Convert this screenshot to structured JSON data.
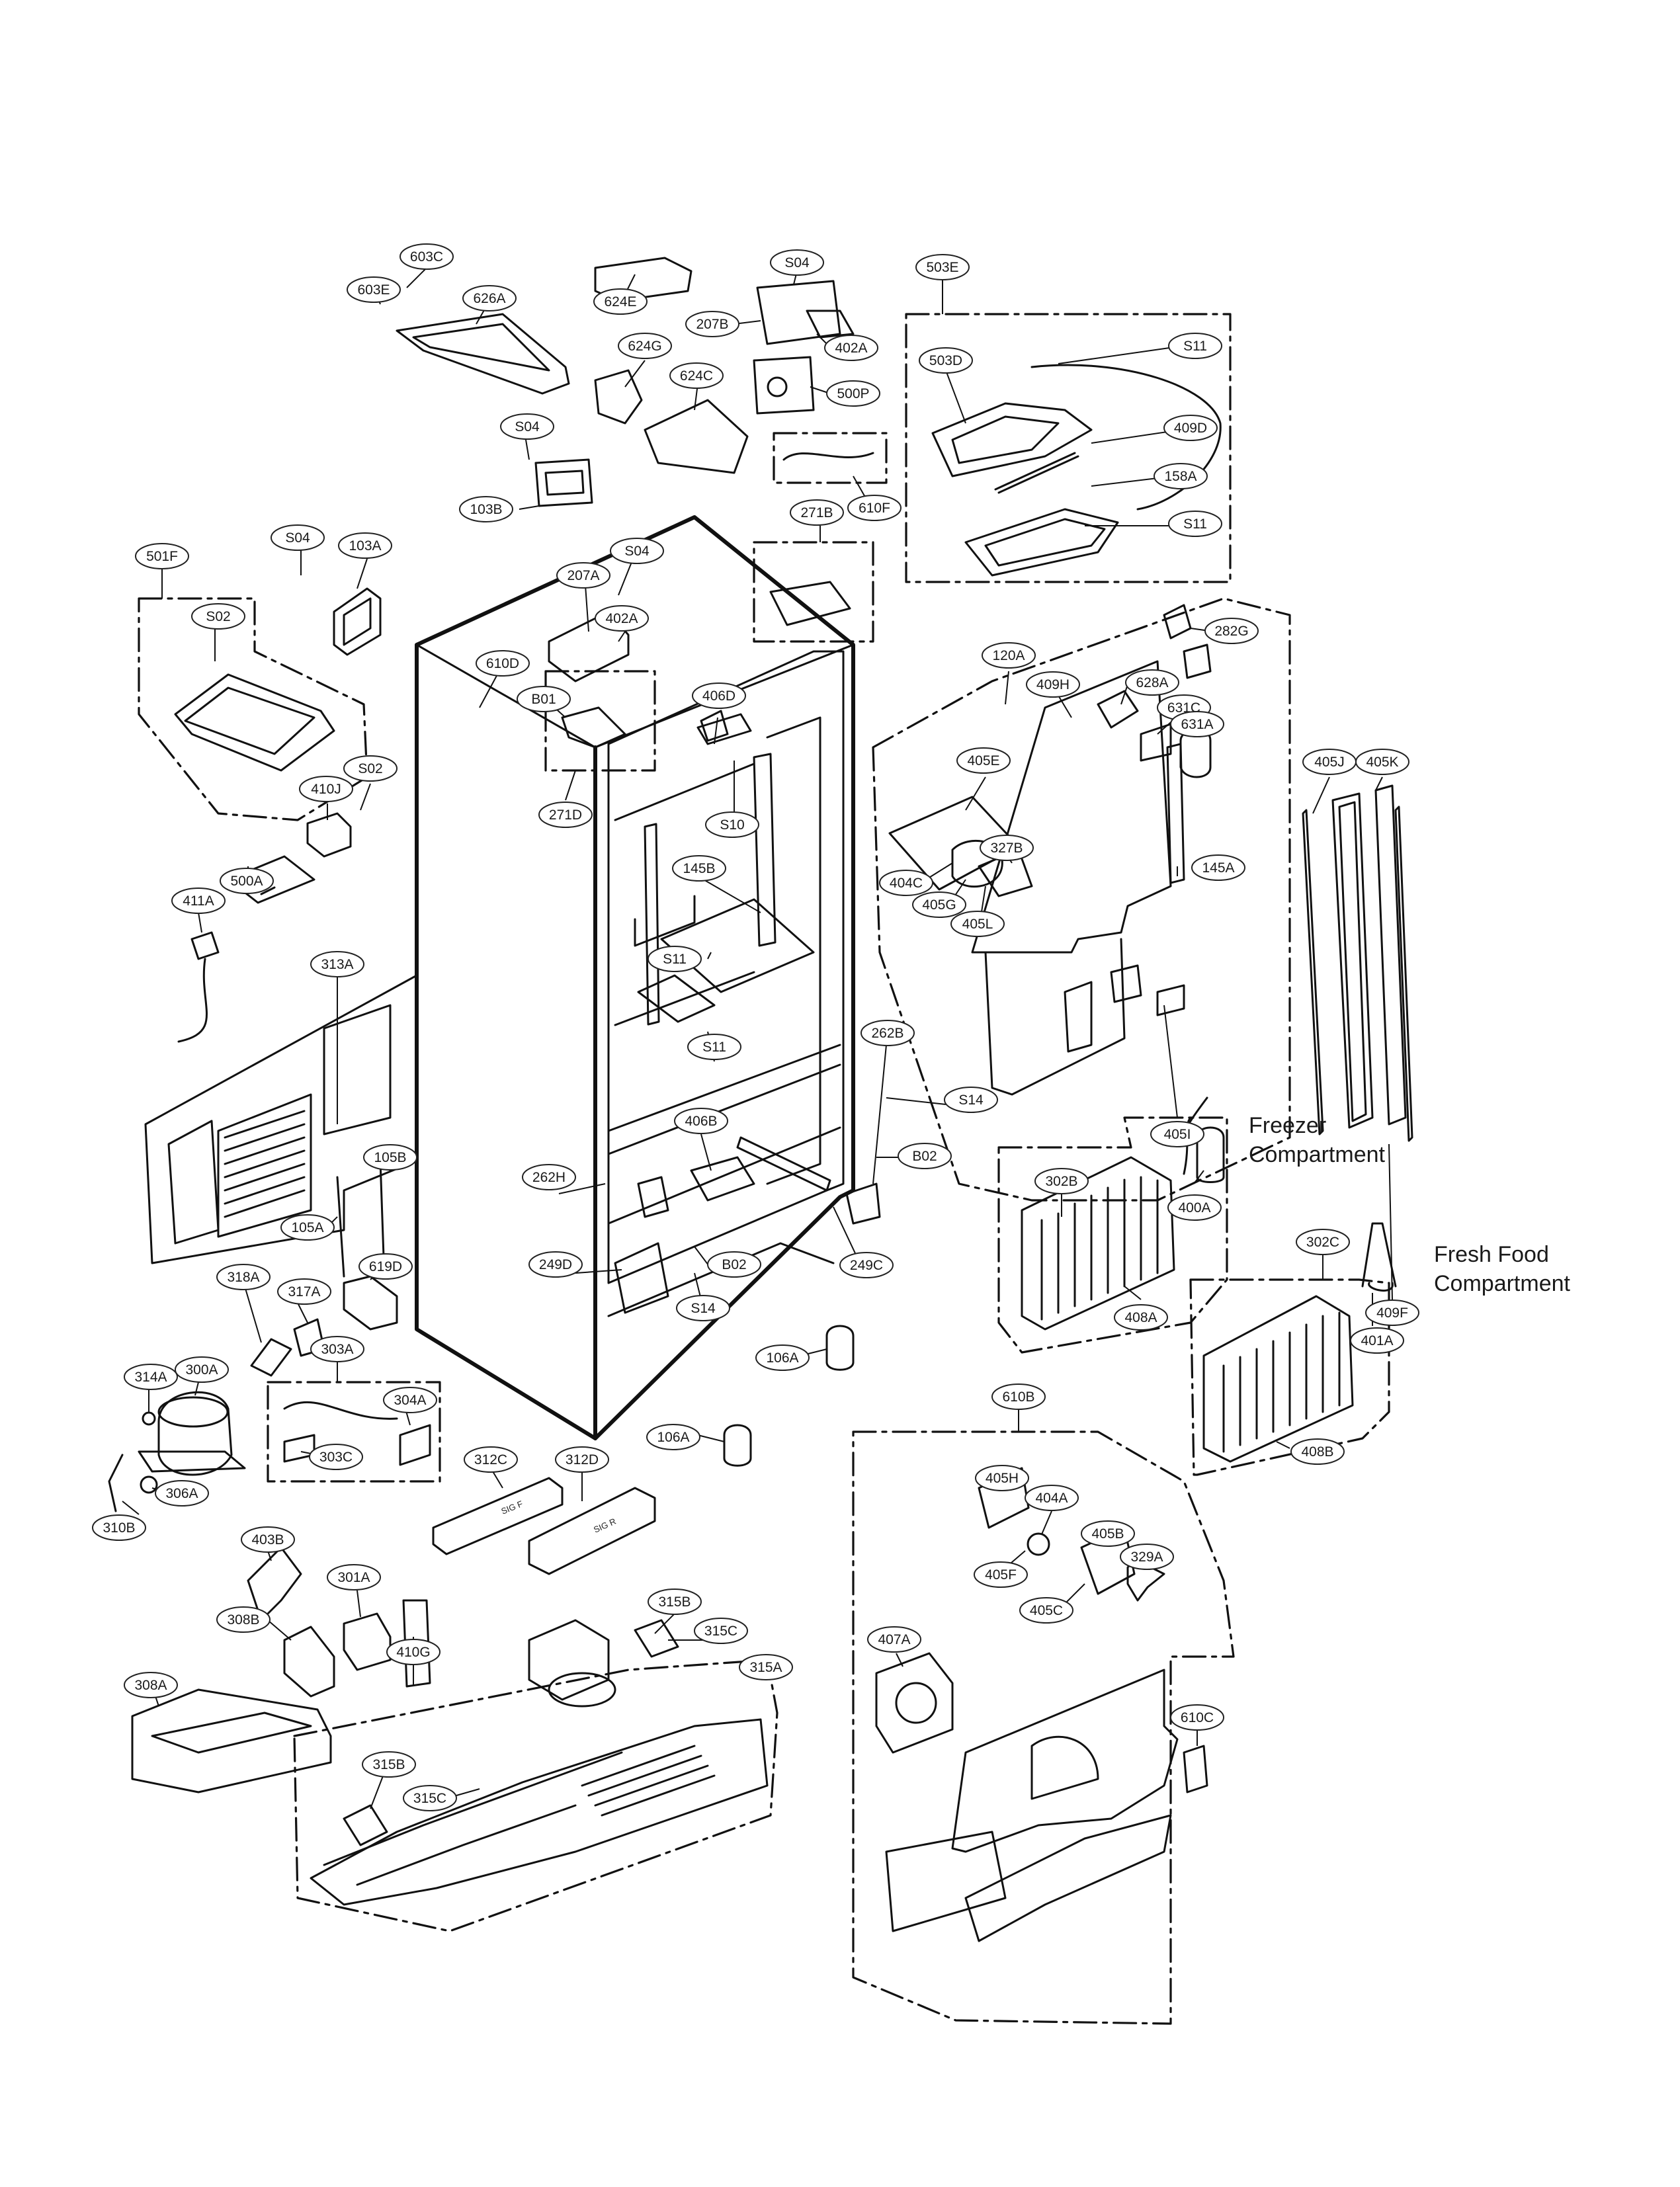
{
  "diagram": {
    "compartment_labels": {
      "freezer": [
        "Freezer",
        "Compartment"
      ],
      "fresh_food": [
        "Fresh Food",
        "Compartment"
      ]
    },
    "part_text": {
      "left_rail": "SIG F",
      "right_rail": "SIG R"
    },
    "callouts": [
      {
        "id": "603C",
        "label": "603C"
      },
      {
        "id": "603E",
        "label": "603E"
      },
      {
        "id": "626A",
        "label": "626A"
      },
      {
        "id": "624E",
        "label": "624E"
      },
      {
        "id": "S04-a",
        "label": "S04"
      },
      {
        "id": "207B",
        "label": "207B"
      },
      {
        "id": "402A-a",
        "label": "402A"
      },
      {
        "id": "503E",
        "label": "503E"
      },
      {
        "id": "624G",
        "label": "624G"
      },
      {
        "id": "624C",
        "label": "624C"
      },
      {
        "id": "500P",
        "label": "500P"
      },
      {
        "id": "503D",
        "label": "503D"
      },
      {
        "id": "S11-a",
        "label": "S11"
      },
      {
        "id": "409D",
        "label": "409D"
      },
      {
        "id": "158A",
        "label": "158A"
      },
      {
        "id": "S11-b",
        "label": "S11"
      },
      {
        "id": "S04-b",
        "label": "S04"
      },
      {
        "id": "103B",
        "label": "103B"
      },
      {
        "id": "610F",
        "label": "610F"
      },
      {
        "id": "271B",
        "label": "271B"
      },
      {
        "id": "S04-c",
        "label": "S04"
      },
      {
        "id": "103A",
        "label": "103A"
      },
      {
        "id": "S04-d",
        "label": "S04"
      },
      {
        "id": "207A",
        "label": "207A"
      },
      {
        "id": "501F",
        "label": "501F"
      },
      {
        "id": "S02-a",
        "label": "S02"
      },
      {
        "id": "402A-b",
        "label": "402A"
      },
      {
        "id": "610D",
        "label": "610D"
      },
      {
        "id": "B01",
        "label": "B01"
      },
      {
        "id": "406D",
        "label": "406D"
      },
      {
        "id": "271D",
        "label": "271D"
      },
      {
        "id": "120A",
        "label": "120A"
      },
      {
        "id": "282G",
        "label": "282G"
      },
      {
        "id": "409H",
        "label": "409H"
      },
      {
        "id": "628A",
        "label": "628A"
      },
      {
        "id": "631C",
        "label": "631C"
      },
      {
        "id": "631A",
        "label": "631A"
      },
      {
        "id": "405J",
        "label": "405J"
      },
      {
        "id": "405K",
        "label": "405K"
      },
      {
        "id": "S02-b",
        "label": "S02"
      },
      {
        "id": "410J",
        "label": "410J"
      },
      {
        "id": "S10",
        "label": "S10"
      },
      {
        "id": "405E",
        "label": "405E"
      },
      {
        "id": "327B",
        "label": "327B"
      },
      {
        "id": "500A",
        "label": "500A"
      },
      {
        "id": "145B",
        "label": "145B"
      },
      {
        "id": "404C",
        "label": "404C"
      },
      {
        "id": "145A",
        "label": "145A"
      },
      {
        "id": "405G",
        "label": "405G"
      },
      {
        "id": "405L",
        "label": "405L"
      },
      {
        "id": "411A",
        "label": "411A"
      },
      {
        "id": "313A",
        "label": "313A"
      },
      {
        "id": "S11-c",
        "label": "S11"
      },
      {
        "id": "262B",
        "label": "262B"
      },
      {
        "id": "S11-d",
        "label": "S11"
      },
      {
        "id": "405I",
        "label": "405I"
      },
      {
        "id": "409F",
        "label": "409F"
      },
      {
        "id": "S14-a",
        "label": "S14"
      },
      {
        "id": "406B",
        "label": "406B"
      },
      {
        "id": "B02-a",
        "label": "B02"
      },
      {
        "id": "302B",
        "label": "302B"
      },
      {
        "id": "105B",
        "label": "105B"
      },
      {
        "id": "262H",
        "label": "262H"
      },
      {
        "id": "400A",
        "label": "400A"
      },
      {
        "id": "105A",
        "label": "105A"
      },
      {
        "id": "302C",
        "label": "302C"
      },
      {
        "id": "249D",
        "label": "249D"
      },
      {
        "id": "B02-b",
        "label": "B02"
      },
      {
        "id": "249C",
        "label": "249C"
      },
      {
        "id": "318A",
        "label": "318A"
      },
      {
        "id": "619D",
        "label": "619D"
      },
      {
        "id": "317A",
        "label": "317A"
      },
      {
        "id": "S14-b",
        "label": "S14"
      },
      {
        "id": "408A",
        "label": "408A"
      },
      {
        "id": "401A",
        "label": "401A"
      },
      {
        "id": "303A",
        "label": "303A"
      },
      {
        "id": "106A-a",
        "label": "106A"
      },
      {
        "id": "314A",
        "label": "314A"
      },
      {
        "id": "300A",
        "label": "300A"
      },
      {
        "id": "610B",
        "label": "610B"
      },
      {
        "id": "304A",
        "label": "304A"
      },
      {
        "id": "106A-b",
        "label": "106A"
      },
      {
        "id": "312C",
        "label": "312C"
      },
      {
        "id": "312D",
        "label": "312D"
      },
      {
        "id": "408B",
        "label": "408B"
      },
      {
        "id": "303C",
        "label": "303C"
      },
      {
        "id": "405H",
        "label": "405H"
      },
      {
        "id": "306A",
        "label": "306A"
      },
      {
        "id": "404A",
        "label": "404A"
      },
      {
        "id": "310B",
        "label": "310B"
      },
      {
        "id": "405B",
        "label": "405B"
      },
      {
        "id": "403B",
        "label": "403B"
      },
      {
        "id": "329A",
        "label": "329A"
      },
      {
        "id": "405F",
        "label": "405F"
      },
      {
        "id": "301A",
        "label": "301A"
      },
      {
        "id": "405C",
        "label": "405C"
      },
      {
        "id": "308B",
        "label": "308B"
      },
      {
        "id": "315B-a",
        "label": "315B"
      },
      {
        "id": "315C-a",
        "label": "315C"
      },
      {
        "id": "410G",
        "label": "410G"
      },
      {
        "id": "407A",
        "label": "407A"
      },
      {
        "id": "315A",
        "label": "315A"
      },
      {
        "id": "308A",
        "label": "308A"
      },
      {
        "id": "610C",
        "label": "610C"
      },
      {
        "id": "315B-b",
        "label": "315B"
      },
      {
        "id": "315C-b",
        "label": "315C"
      }
    ]
  }
}
